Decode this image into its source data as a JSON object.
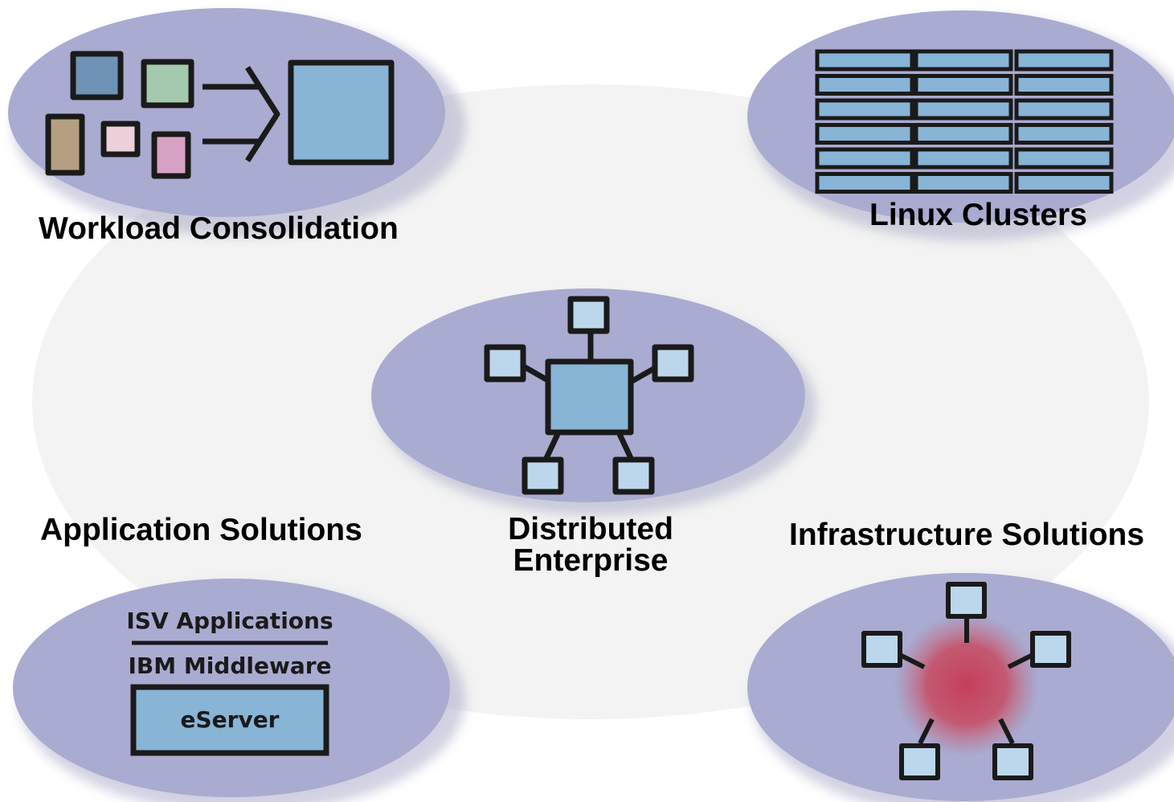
{
  "diagram": {
    "topics": [
      {
        "id": "workload",
        "label": "Workload Consolidation"
      },
      {
        "id": "clusters",
        "label": "Linux Clusters"
      },
      {
        "id": "distributed",
        "label_line1": "Distributed",
        "label_line2": "Enterprise"
      },
      {
        "id": "application",
        "label": "Application Solutions"
      },
      {
        "id": "infrastructure",
        "label": "Infrastructure Solutions"
      }
    ],
    "stack": {
      "top": "ISV Applications",
      "middle": "IBM Middleware",
      "base": "eServer"
    }
  },
  "colors": {
    "ellipse_fill": "#a9abd1",
    "background_oval": "#f2f3f2",
    "box_blue": "#88b4d6",
    "small_box_blue": "#bcd7ec",
    "outline": "#1a1a1a",
    "glow_red": "#c63a52",
    "box_green": "#a4c9ad",
    "box_slate": "#6f93b6",
    "box_tan": "#b59f81",
    "box_pink_light": "#ecd0da",
    "box_pink": "#d7a2c4"
  }
}
